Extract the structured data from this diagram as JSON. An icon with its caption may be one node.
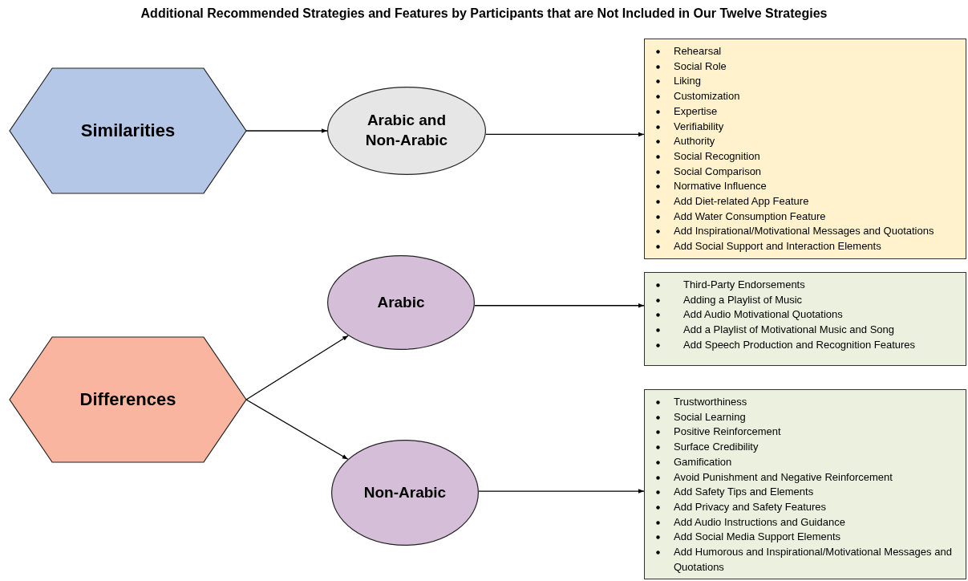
{
  "diagram": {
    "title": "Additional Recommended Strategies and Features by Participants that are Not Included in Our Twelve Strategies",
    "nodes": [
      {
        "text": [
          "Similarities"
        ]
      },
      {
        "text": [
          "Arabic and Non-Arabic"
        ]
      },
      {
        "text": [
          "Rehearsal",
          "Social Role",
          "Liking",
          "Customization",
          "Expertise",
          "Verifiability",
          "Authority",
          "Social Recognition",
          "Social Comparison",
          "Normative Influence",
          "Add Diet-related App Feature",
          "Add Water Consumption Feature",
          "Add Inspirational/Motivational Messages and Quotations",
          "Add Social Support and Interaction Elements"
        ]
      },
      {
        "text": [
          "Arabic"
        ]
      },
      {
        "text": [
          "Third-Party Endorsements",
          "Adding a Playlist of Music",
          "Add Audio Motivational Quotations",
          "Add a Playlist of Motivational Music and Song",
          "Add Speech Production and Recognition Features"
        ]
      },
      {
        "text": [
          "Differences"
        ]
      },
      {
        "text": [
          "Non-Arabic"
        ]
      },
      {
        "text": [
          "Trustworthiness",
          "Social Learning",
          "Positive Reinforcement",
          "Surface Credibility",
          "Gamification",
          "Avoid Punishment and Negative Reinforcement",
          "Add Safety Tips and Elements",
          "Add Privacy and Safety Features",
          "Add Audio Instructions and Guidance",
          "Add Social Media Support Elements",
          "Add Humorous and Inspirational/Motivational Messages and Quotations"
        ]
      }
    ],
    "edges": [
      {
        "from": 0,
        "to": 1,
        "arrow": "to"
      },
      {
        "from": 1,
        "to": 2,
        "arrow": "to"
      },
      {
        "from": 5,
        "to": 3,
        "arrow": "to"
      },
      {
        "from": 3,
        "to": 4,
        "arrow": "to"
      },
      {
        "from": 5,
        "to": 6,
        "arrow": "to"
      },
      {
        "from": 6,
        "to": 7,
        "arrow": "to"
      }
    ]
  }
}
